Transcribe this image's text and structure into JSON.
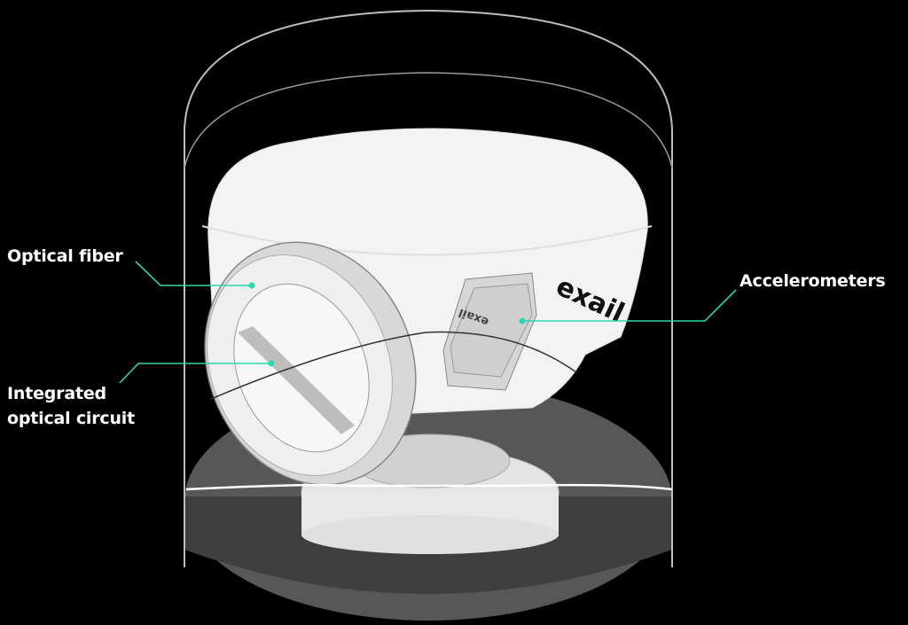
{
  "labels": {
    "optical_fiber": "Optical fiber",
    "integrated_line1": "Integrated",
    "integrated_line2": "optical circuit",
    "accelerometers": "Accelerometers"
  },
  "logo": {
    "text": "exail",
    "module_text": "exail"
  },
  "colors": {
    "background": "#000000",
    "accent": "#2cd4b4",
    "base_disk": "#5a5a5a",
    "housing": "#f2f2f2"
  }
}
